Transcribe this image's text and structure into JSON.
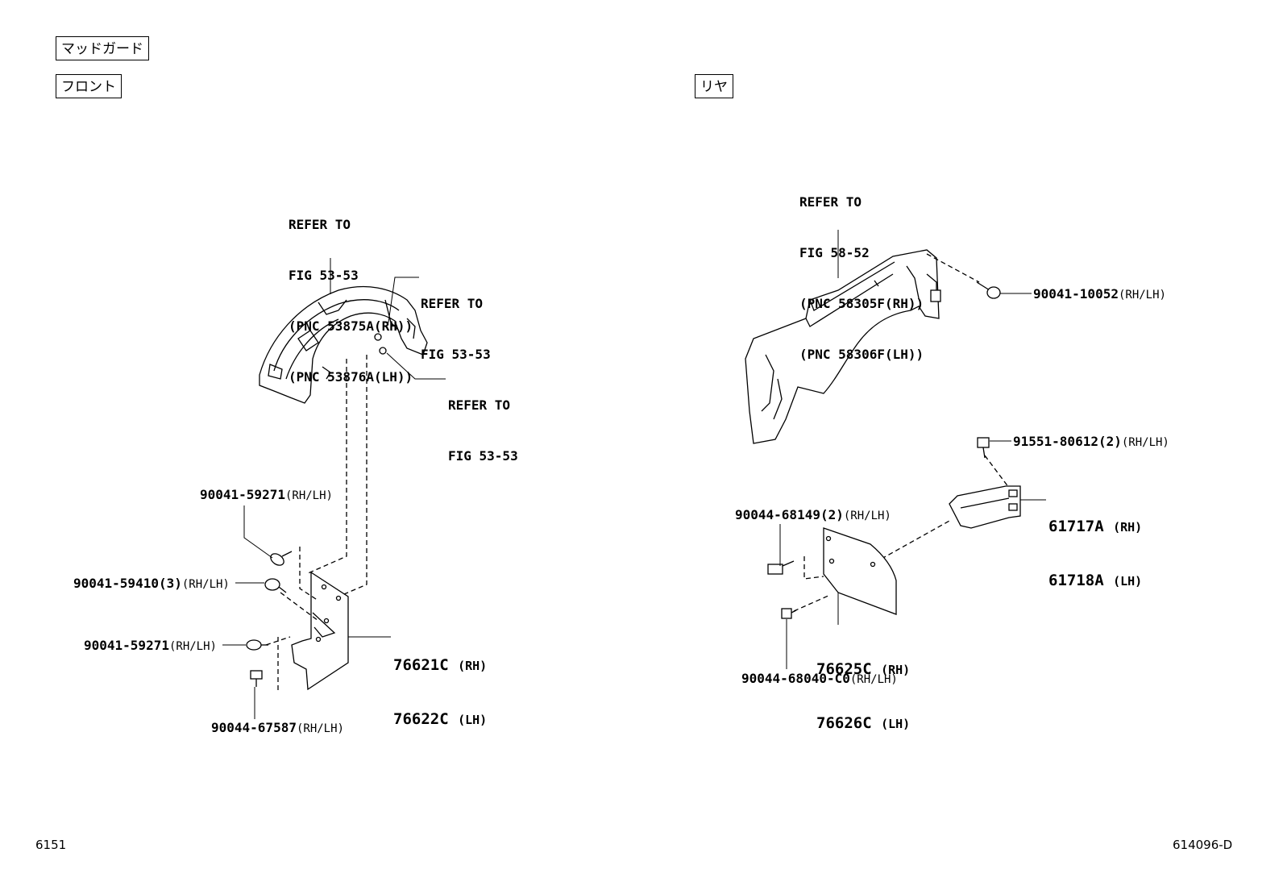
{
  "headers": {
    "title": "マッドガード",
    "front": "フロント",
    "rear": "リヤ"
  },
  "front": {
    "ref_liner": [
      "REFER TO",
      "FIG 53-53",
      "(PNC 53875A(RH))",
      "(PNC 53876A(LH))"
    ],
    "ref_clip_a": [
      "REFER TO",
      "FIG 53-53"
    ],
    "ref_clip_b": [
      "REFER TO",
      "FIG 53-53"
    ],
    "screw_top": {
      "part": "90041-59271",
      "suffix": "(RH/LH)"
    },
    "clip_mid": {
      "part": "90041-59410(3)",
      "suffix": "(RH/LH)"
    },
    "screw_low": {
      "part": "90041-59271",
      "suffix": "(RH/LH)"
    },
    "nut_bottom": {
      "part": "90044-67587",
      "suffix": "(RH/LH)"
    },
    "mudguard_rh": {
      "part": "76621C",
      "suffix": "(RH)"
    },
    "mudguard_lh": {
      "part": "76622C",
      "suffix": "(LH)"
    }
  },
  "rear": {
    "ref_panel": [
      "REFER TO",
      "FIG 58-52",
      "(PNC 58305F(RH))",
      "(PNC 58306F(LH))"
    ],
    "bolt_top": {
      "part": "90041-10052",
      "suffix": "(RH/LH)"
    },
    "bolt_bracket": {
      "part": "91551-80612(2)",
      "suffix": "(RH/LH)"
    },
    "bracket_rh": {
      "part": "61717A",
      "suffix": "(RH)"
    },
    "bracket_lh": {
      "part": "61718A",
      "suffix": "(LH)"
    },
    "screw_top": {
      "part": "90044-68149(2)",
      "suffix": "(RH/LH)"
    },
    "mudguard_rh": {
      "part": "76625C",
      "suffix": "(RH)"
    },
    "mudguard_lh": {
      "part": "76626C",
      "suffix": "(LH)"
    },
    "screw_bottom": {
      "part": "90044-68040-C0",
      "suffix": "(RH/LH)"
    }
  },
  "footer": {
    "left_code": "6151",
    "right_code": "614096-D"
  }
}
